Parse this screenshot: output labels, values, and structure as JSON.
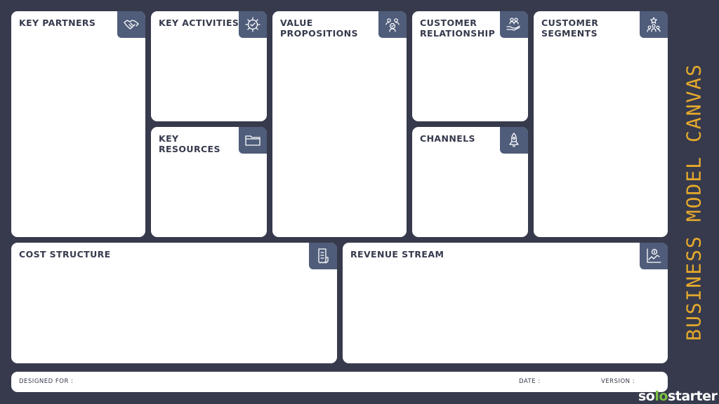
{
  "canvas_title": "BUSINESS MODEL CANVAS",
  "blocks": {
    "key_partners": {
      "title": "KEY PARTNERS",
      "icon": "handshake-icon"
    },
    "key_activities": {
      "title": "KEY ACTIVITIES",
      "icon": "gear-check-icon"
    },
    "key_resources": {
      "title": "KEY\nRESOURCES",
      "icon": "folder-icon"
    },
    "value_propositions": {
      "title": "VALUE\nPROPOSITIONS",
      "icon": "value-people-icon"
    },
    "customer_relationship": {
      "title": "CUSTOMER\nRELATIONSHIP",
      "icon": "hand-people-icon"
    },
    "channels": {
      "title": "CHANNELS",
      "icon": "rocket-icon"
    },
    "customer_segments": {
      "title": "CUSTOMER\nSEGMENTS",
      "icon": "people-star-icon"
    },
    "cost_structure": {
      "title": "COST STRUCTURE",
      "icon": "receipt-icon"
    },
    "revenue_stream": {
      "title": "REVENUE STREAM",
      "icon": "revenue-chart-icon"
    }
  },
  "footer": {
    "designed_for": "DESIGNED FOR :",
    "date": "DATE :",
    "version": "VERSION :"
  },
  "logo": {
    "part1": "so",
    "accent": "lo",
    "part2": "starter"
  },
  "colors": {
    "background": "#363a4c",
    "card": "#ffffff",
    "icon_box": "#4f5c7a",
    "title_accent": "#e5a92c",
    "logo_accent": "#7cc142"
  }
}
